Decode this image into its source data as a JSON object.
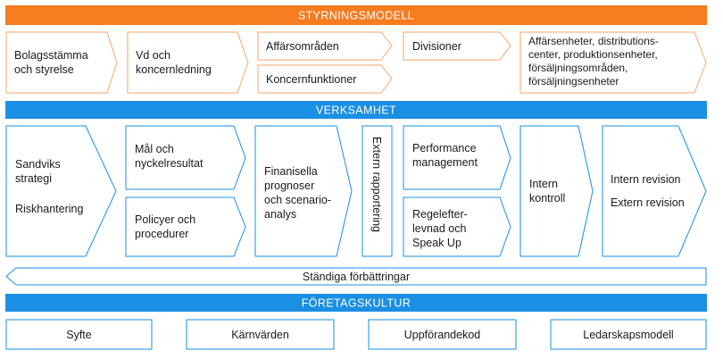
{
  "governance": {
    "header": "STYRNINGSMODELL",
    "color": "#f57c1f",
    "items": [
      {
        "lines": [
          "Bolagsstämma",
          "och styrelse"
        ]
      },
      {
        "lines": [
          "Vd och",
          "koncernledning"
        ]
      },
      {
        "lines": [
          "Affärsområden"
        ]
      },
      {
        "lines": [
          "Koncernfunktioner"
        ]
      },
      {
        "lines": [
          "Divisioner"
        ]
      },
      {
        "lines": [
          "Affärsenheter, distributions-",
          "center, produktionsenheter,",
          "försäljningsområden,",
          "försäljningsenheter"
        ]
      }
    ]
  },
  "operations": {
    "header": "VERKSAMHET",
    "color": "#1a8fe3",
    "items": [
      {
        "lines": [
          "Sandviks",
          "strategi"
        ]
      },
      {
        "lines": [
          "Riskhantering"
        ]
      },
      {
        "lines": [
          "Mål och",
          "nyckelresultat"
        ]
      },
      {
        "lines": [
          "Policyer och",
          "procedurer"
        ]
      },
      {
        "lines": [
          "Finanisella",
          "prognoser",
          "och scenario-",
          "analys"
        ]
      },
      {
        "lines": [
          "Extern rapportering"
        ]
      },
      {
        "lines": [
          "Performance",
          "management"
        ]
      },
      {
        "lines": [
          "Regelefter-",
          "levnad och",
          "Speak Up"
        ]
      },
      {
        "lines": [
          "Intern",
          "kontroll"
        ]
      },
      {
        "lines": [
          "Intern revision"
        ]
      },
      {
        "lines": [
          "Extern revision"
        ]
      }
    ],
    "improvement": "Ständiga förbättringar"
  },
  "culture": {
    "header": "FÖRETAGSKULTUR",
    "color": "#1a8fe3",
    "items": [
      "Syfte",
      "Kärnvärden",
      "Uppförandekod",
      "Ledarskapsmodell"
    ]
  }
}
